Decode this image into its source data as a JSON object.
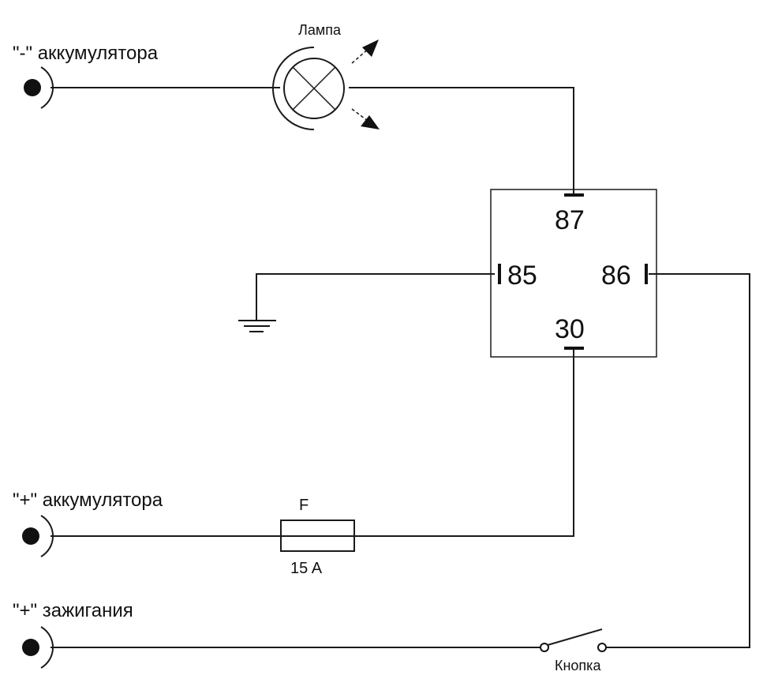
{
  "terminals": {
    "battery_negative": "\"-\" аккумулятора",
    "battery_positive": "\"+\" аккумулятора",
    "ignition_positive": "\"+\" зажигания"
  },
  "lamp": {
    "label": "Лампа"
  },
  "fuse": {
    "name": "F",
    "rating": "15 A"
  },
  "relay": {
    "pin_87": "87",
    "pin_85": "85",
    "pin_86": "86",
    "pin_30": "30"
  },
  "button": {
    "label": "Кнопка"
  }
}
